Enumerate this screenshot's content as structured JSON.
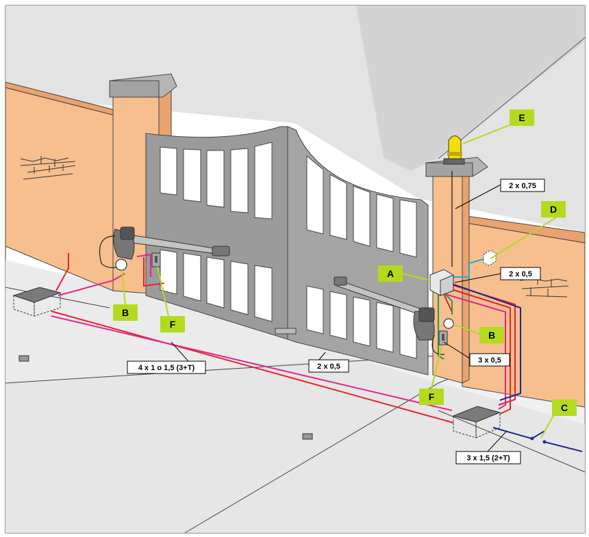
{
  "markers": {
    "A": "A",
    "B_left": "B",
    "B_right": "B",
    "C": "C",
    "D": "D",
    "E": "E",
    "F_left": "F",
    "F_right": "F"
  },
  "cables": {
    "flashing_light": "2 x 0,75",
    "antenna_photocell": "2 x 0,5",
    "photocell_right": "3 x 0,5",
    "motor_left": "4 x 1 o 1,5 (3+T)",
    "photocell_left": "2 x 0,5",
    "mains_supply": "3 x 1,5 (2+T)"
  },
  "colors": {
    "wall": "#f7be8e",
    "wall_shade": "#e9a36f",
    "gate": "#9b9b9b",
    "gate_light": "#c4c4c4",
    "ground": "#e0e0e0",
    "ground_dark": "#cdcdcd",
    "label_green": "#b3da1e",
    "wire_red": "#e5232b",
    "wire_magenta": "#e2258f",
    "wire_navy": "#1f2a8a",
    "wire_cyan": "#2aa4d8",
    "wire_green": "#1aa049",
    "beacon": "#f5df00"
  }
}
